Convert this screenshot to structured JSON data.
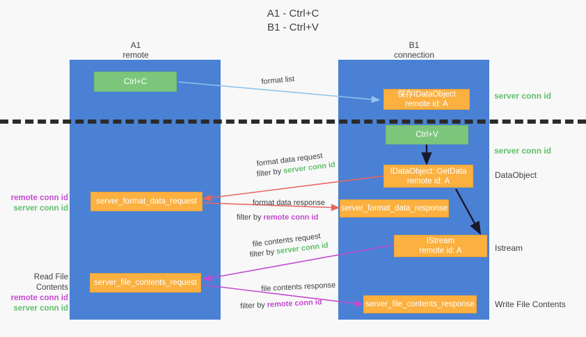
{
  "title": {
    "line1": "A1 - Ctrl+C",
    "line2": "B1 - Ctrl+V"
  },
  "lanes": [
    {
      "name": "A1",
      "sub": "remote"
    },
    {
      "name": "B1",
      "sub": "connection"
    }
  ],
  "boxes": {
    "ctrl_c": {
      "label": "Ctrl+C"
    },
    "ctrl_v": {
      "label": "Ctrl+V"
    },
    "save_idataobject": {
      "line1": "保存IDataObject",
      "line2": "remote id: A"
    },
    "getdata": {
      "line1": "IDataObject::GetData",
      "line2": "remote id: A"
    },
    "istream": {
      "line1": "IStream",
      "line2": "remote id: A"
    },
    "server_format_data_request": {
      "label": "server_format_data_request"
    },
    "server_format_data_response": {
      "label": "server_format_data_response"
    },
    "server_file_contents_request": {
      "label": "server_file_contents_request"
    },
    "server_file_contents_response": {
      "label": "server_file_contents_response"
    }
  },
  "annotations": {
    "format_list": "format list",
    "format_data_request": "format data request",
    "format_data_request_filter_prefix": "filter by ",
    "format_data_request_filter_key": "server conn id",
    "format_data_response": "format data response",
    "format_data_response_filter_prefix": "filter by ",
    "format_data_response_filter_key": "remote conn id",
    "file_contents_request": "file contents request",
    "file_contents_request_filter_prefix": "filter by ",
    "file_contents_request_filter_key": "server conn id",
    "file_contents_response": "file contents response",
    "file_contents_response_filter_prefix": "filter by ",
    "file_contents_response_filter_key": "remote conn id"
  },
  "left_labels": {
    "group1_remote": "remote conn id",
    "group1_server": "server conn id",
    "read_file_contents": "Read File Contents",
    "group2_remote": "remote conn id",
    "group2_server": "server conn id"
  },
  "right_labels": {
    "server_conn_id_top": "server conn id",
    "server_conn_id_mid": "server conn id",
    "dataobject": "DataObject",
    "istream": "Istream",
    "write_file_contents": "Write File Contents"
  },
  "colors": {
    "lane": "#4a81d4",
    "green_box": "#7bc67b",
    "orange_box": "#fbb040",
    "server_conn_id": "#5fbf6a",
    "remote_conn_id": "#c44ad0",
    "arrow_blue": "#8ec4ec",
    "arrow_red": "#e8655f",
    "arrow_purple": "#c44ad0",
    "arrow_dark": "#1a1a2e",
    "background": "#f8f8f8"
  }
}
